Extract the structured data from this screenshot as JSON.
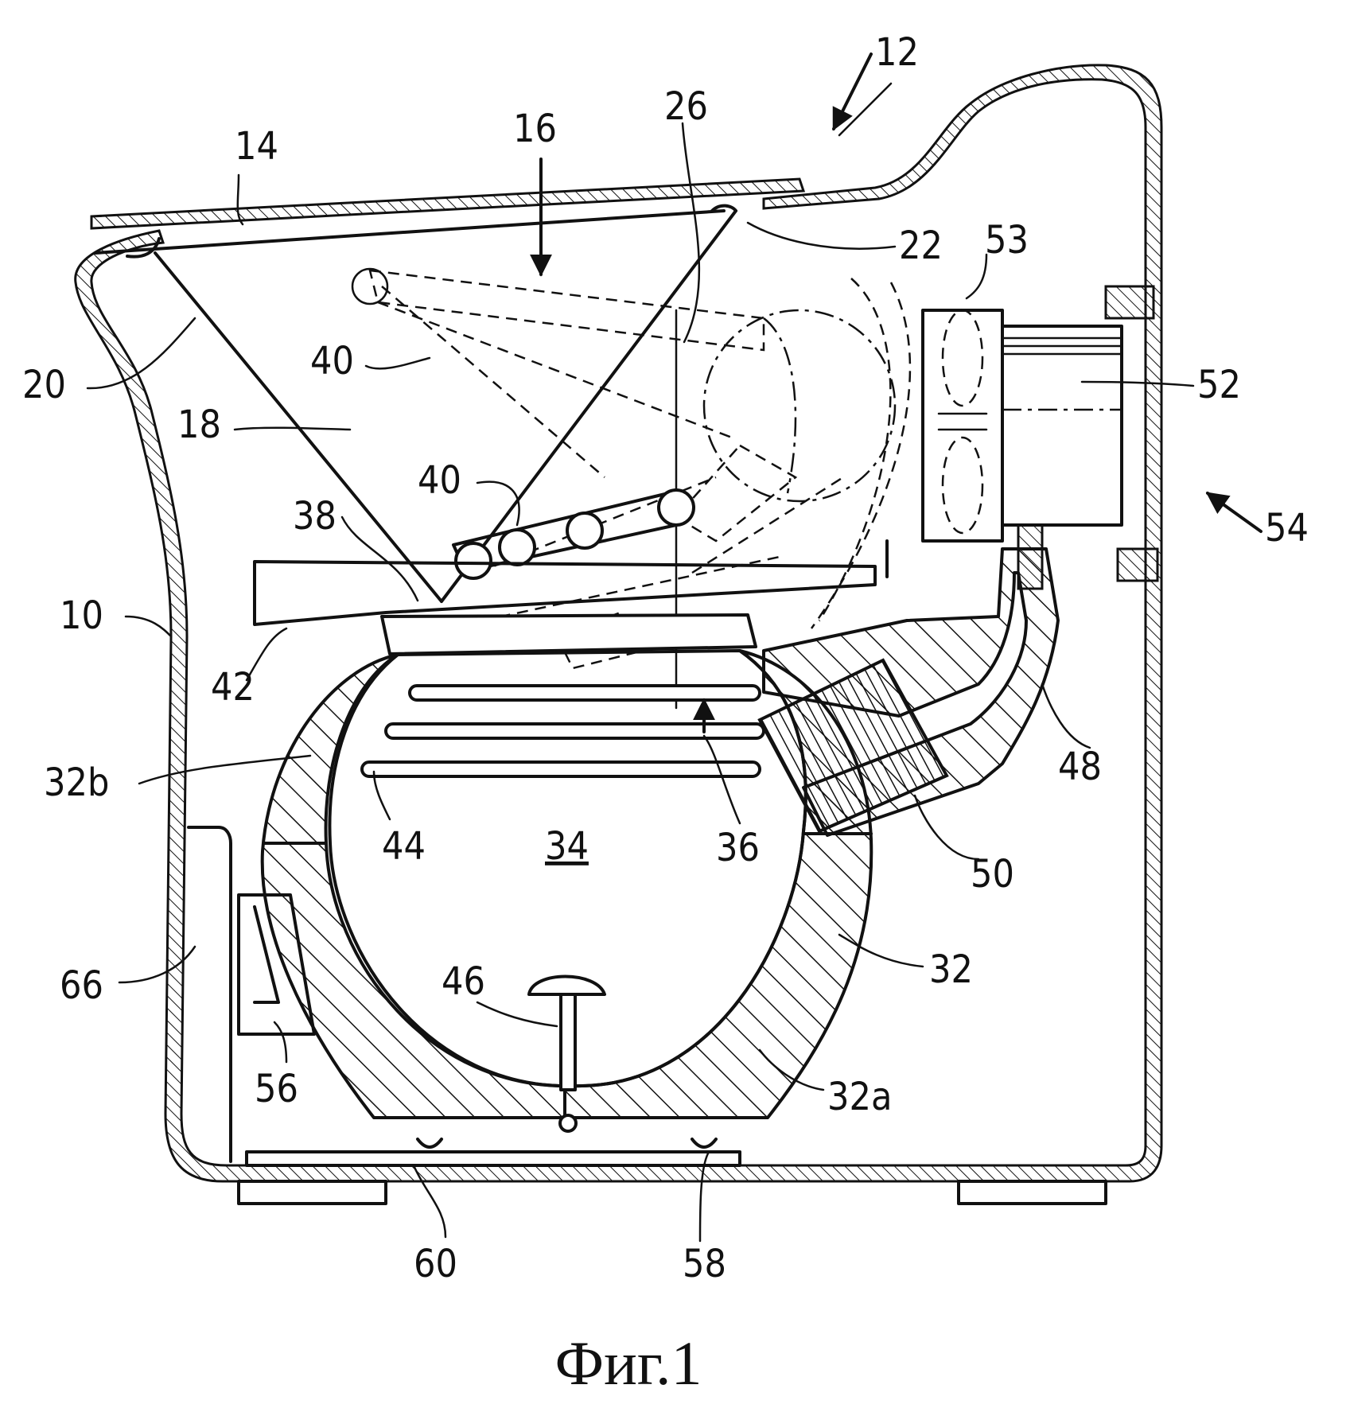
{
  "figure": {
    "caption": "Фиг.1",
    "labels": {
      "l10": "10",
      "l12": "12",
      "l14": "14",
      "l16": "16",
      "l18": "18",
      "l20": "20",
      "l22": "22",
      "l26": "26",
      "l32": "32",
      "l32a": "32a",
      "l32b": "32b",
      "l34": "34",
      "l36": "36",
      "l38": "38",
      "l40a": "40",
      "l40b": "40",
      "l42": "42",
      "l44": "44",
      "l46": "46",
      "l48": "48",
      "l50": "50",
      "l52": "52",
      "l53": "53",
      "l54": "54",
      "l56": "56",
      "l58": "58",
      "l60": "60",
      "l66": "66"
    }
  }
}
